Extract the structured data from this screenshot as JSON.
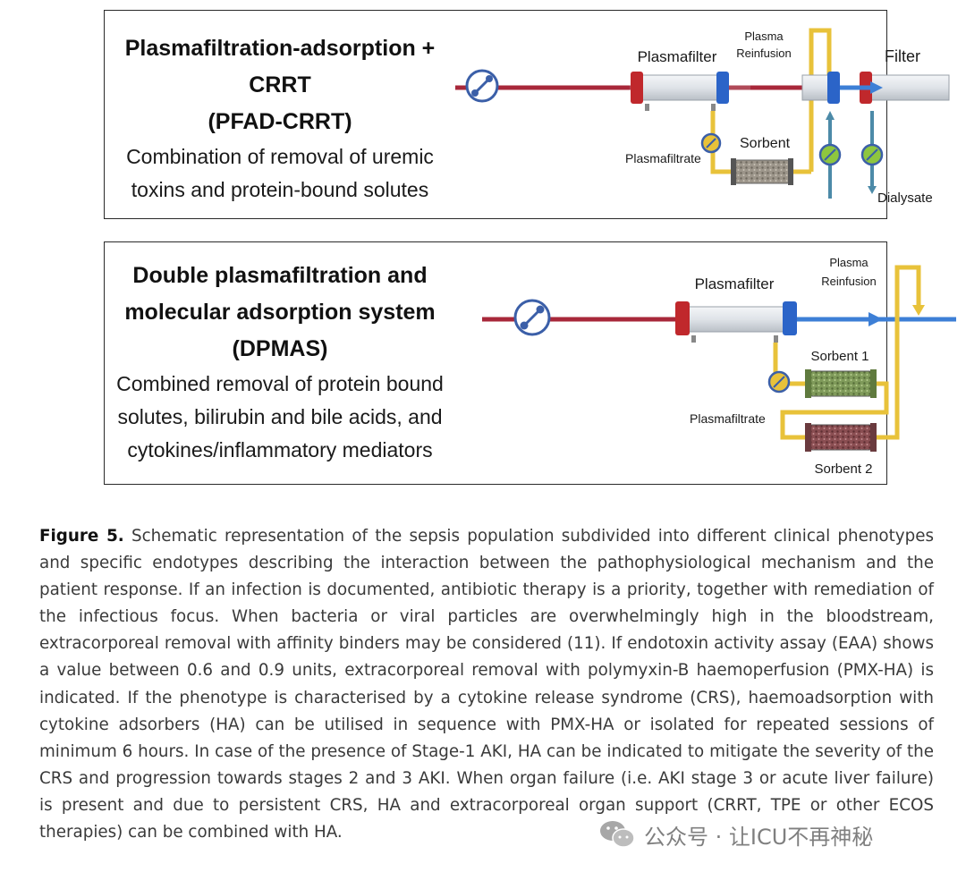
{
  "panels": [
    {
      "title_lines": [
        "Plasmafiltration-adsorption +",
        "CRRT",
        "(PFAD-CRRT)"
      ],
      "desc_lines": [
        "Combination of removal of uremic",
        "toxins and protein-bound solutes"
      ],
      "labels": {
        "plasmafilter": "Plasmafilter",
        "plasma_reinfusion": [
          "Plasma",
          "Reinfusion"
        ],
        "filter": "Filter",
        "sorbent": "Sorbent",
        "plasmafiltrate": "Plasmafiltrate",
        "dialysate": "Dialysate"
      }
    },
    {
      "title_lines": [
        "Double plasmafiltration  and",
        "molecular adsorption  system",
        "(DPMAS)"
      ],
      "desc_lines": [
        "Combined removal of protein bound",
        "solutes, bilirubin and bile acids, and",
        "cytokines/inflammatory mediators"
      ],
      "labels": {
        "plasmafilter": "Plasmafilter",
        "plasma_reinfusion": [
          "Plasma",
          "Reinfusion"
        ],
        "sorbent1": "Sorbent 1",
        "sorbent2": "Sorbent 2",
        "plasmafiltrate": "Plasmafiltrate"
      }
    }
  ],
  "caption": {
    "label": "Figure 5.",
    "text": " Schematic representation of the sepsis population subdivided into different clinical phenotypes and specific endotypes describing the interaction between the pathophysiological mechanism and the patient response. If an infection is documented, antibiotic therapy is a priority, together with remediation of the infectious focus. When bacteria or viral particles are overwhelmingly high in the bloodstream, extracorporeal removal with affinity binders may be considered (11). If endotoxin activity assay (EAA) shows a value between 0.6 and 0.9 units, extracorporeal removal with polymyxin-B haemoperfusion (PMX-HA) is indicated. If the phenotype is characterised by a cytokine release syndrome (CRS), haemoadsorption with cytokine adsorbers (HA) can be utilised in sequence with PMX-HA or isolated for repeated sessions of minimum 6 hours. In case of the presence of Stage-1 AKI, HA can be indicated to mitigate the severity of the CRS and progression towards stages 2 and 3 AKI. When organ failure (i.e. AKI stage 3 or acute liver failure) is present and due to persistent CRS, HA  and extracorporeal organ support (CRRT, TPE or other ECOS therapies) can be combined with HA."
  },
  "watermark": "公众号 · 让ICU不再神秘",
  "colors": {
    "blood_line": "#a8283a",
    "return_line": "#3d7fd6",
    "plasma_line": "#e8c23a",
    "filter_red_cap": "#c0282c",
    "filter_blue_cap": "#2b64c8",
    "sorbent": "#8e8a80",
    "sorbent1": "#7f9a5a",
    "sorbent2": "#8a4e52",
    "pump": "#3b5fa8",
    "dialysate_line": "#4c8aa8"
  }
}
